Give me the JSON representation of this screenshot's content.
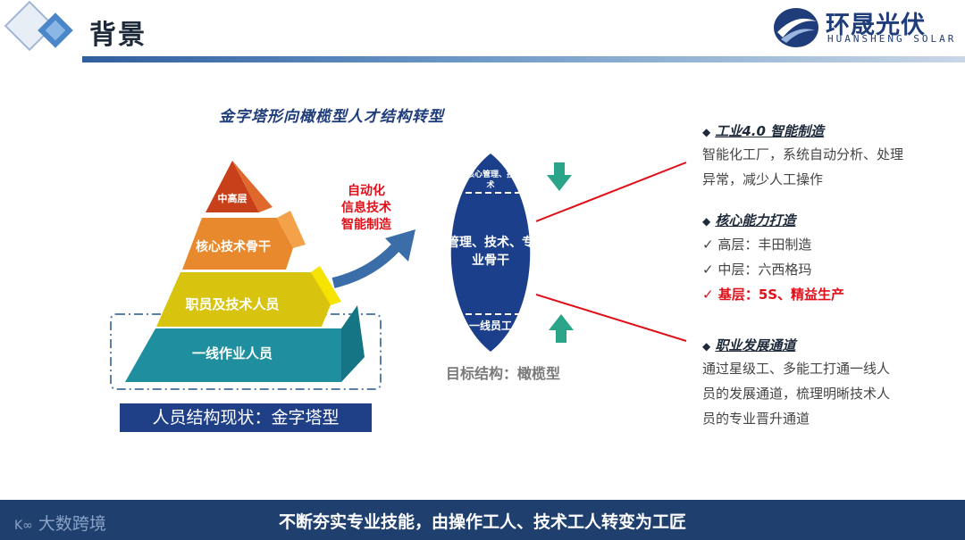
{
  "header": {
    "title": "背景",
    "logo_cn": "环晟光伏",
    "logo_en": "HUANSHENG SOLAR"
  },
  "diagram": {
    "subtitle": "金字塔形向橄榄型人才结构转型",
    "pyramid_levels": [
      "中高层",
      "核心技术骨干",
      "职员及技术人员",
      "一线作业人员"
    ],
    "current_label": "人员结构现状：金字塔型",
    "drivers": [
      "自动化",
      "信息技术",
      "智能制造"
    ],
    "oval_top": "核心管理、技术",
    "oval_middle": "管理、技术、专业骨干",
    "oval_bottom": "一线员工",
    "target_label": "目标结构：橄榄型"
  },
  "sections": [
    {
      "title": "工业4.0  智能制造",
      "body": "智能化工厂，系统自动分析、处理异常，减少人工操作"
    },
    {
      "title": "核心能力打造",
      "items": [
        {
          "text": "高层：丰田制造",
          "highlight": false
        },
        {
          "text": "中层：六西格玛",
          "highlight": false
        },
        {
          "text": "基层：5S、精益生产",
          "highlight": true
        }
      ]
    },
    {
      "title": "职业发展通道",
      "body": "通过星级工、多能工打通一线人员的发展通道，梳理明晰技术人员的专业晋升通道"
    }
  ],
  "footer": {
    "text": "不断夯实专业技能，由操作工人、技术工人转变为工匠",
    "brand": "大数跨境"
  },
  "colors": {
    "navy": "#1f3f86",
    "oval": "#1b3f8a",
    "red": "#e0101a",
    "teal": "#1f8f9f",
    "green_arrow": "#2aa58a"
  }
}
